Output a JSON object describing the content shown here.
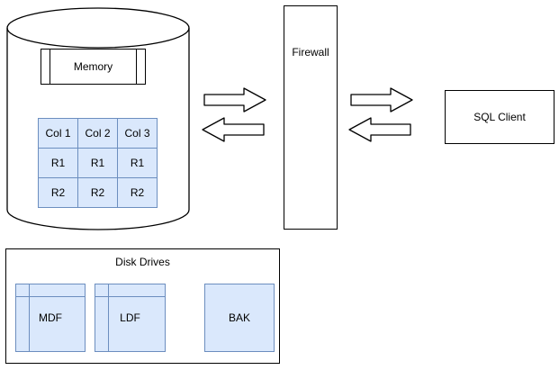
{
  "diagram": {
    "database": {
      "memory_label": "Memory",
      "table": {
        "headers": [
          "Col 1",
          "Col 2",
          "Col 3"
        ],
        "rows": [
          [
            "R1",
            "R1",
            "R1"
          ],
          [
            "R2",
            "R2",
            "R2"
          ]
        ]
      }
    },
    "firewall_label": "Firewall",
    "sql_client_label": "SQL Client",
    "disk_drives": {
      "label": "Disk Drives",
      "drives": [
        "MDF",
        "LDF",
        "BAK"
      ]
    },
    "colors": {
      "node_fill": "#ffffff",
      "blue_fill": "#dae8fc",
      "blue_border": "#6c8ebf",
      "line": "#000000"
    }
  }
}
